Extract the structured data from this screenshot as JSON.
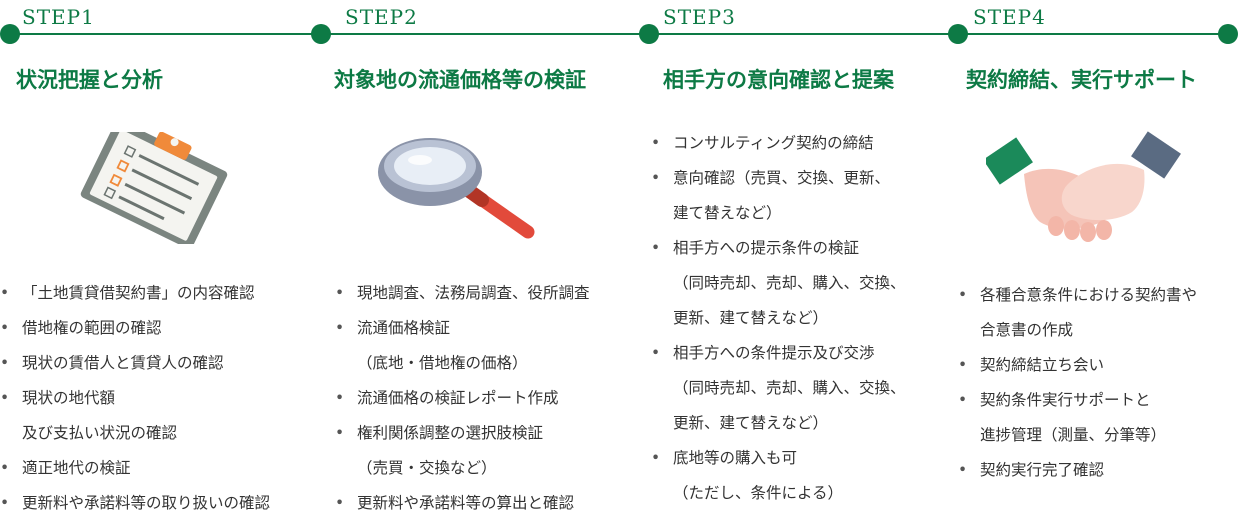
{
  "colors": {
    "accent": "#0d7a45",
    "text": "#333333"
  },
  "steps": [
    {
      "label": "STEP1",
      "title": "状況把握と分析",
      "icon": "clipboard-icon",
      "items": [
        [
          "「土地賃貸借契約書」の内容確認"
        ],
        [
          "借地権の範囲の確認"
        ],
        [
          "現状の賃借人と賃貸人の確認"
        ],
        [
          "現状の地代額",
          "及び支払い状況の確認"
        ],
        [
          "適正地代の検証"
        ],
        [
          "更新料や承諾料等の取り扱いの確認"
        ]
      ]
    },
    {
      "label": "STEP2",
      "title": "対象地の流通価格等の検証",
      "icon": "magnifier-icon",
      "items": [
        [
          "現地調査、法務局調査、役所調査"
        ],
        [
          "流通価格検証",
          "（底地・借地権の価格）"
        ],
        [
          "流通価格の検証レポート作成"
        ],
        [
          "権利関係調整の選択肢検証",
          "（売買・交換など）"
        ],
        [
          "更新料や承諾料等の算出と確認"
        ]
      ]
    },
    {
      "label": "STEP3",
      "title": "相手方の意向確認と提案",
      "icon": "",
      "items": [
        [
          "コンサルティング契約の締結"
        ],
        [
          "意向確認（売買、交換、更新、",
          "建て替えなど）"
        ],
        [
          "相手方への提示条件の検証",
          "（同時売却、売却、購入、交換、",
          "更新、建て替えなど）"
        ],
        [
          "相手方への条件提示及び交渉",
          "（同時売却、売却、購入、交換、",
          "更新、建て替えなど）"
        ],
        [
          "底地等の購入も可",
          "（ただし、条件による）"
        ]
      ]
    },
    {
      "label": "STEP4",
      "title": "契約締結、実行サポート",
      "icon": "handshake-icon",
      "items": [
        [
          "各種合意条件における契約書や",
          "合意書の作成"
        ],
        [
          "契約締結立ち会い"
        ],
        [
          "契約条件実行サポートと",
          "進捗管理（測量、分筆等）"
        ],
        [
          "契約実行完了確認"
        ]
      ]
    }
  ]
}
